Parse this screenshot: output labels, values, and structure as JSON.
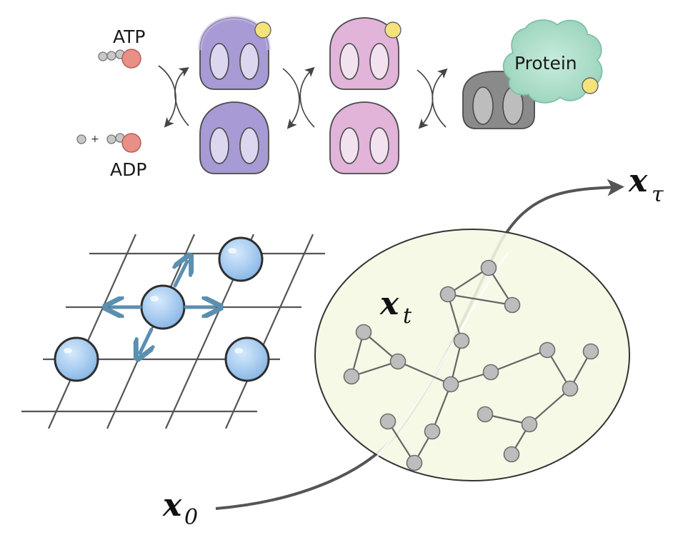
{
  "labels": {
    "atp": "ATP",
    "adp": "ADP",
    "plus": "+",
    "protein": "Protein"
  },
  "math": {
    "x0_base": "x",
    "x0_sub": "0",
    "xt_base": "x",
    "xt_sub": "t",
    "xtau_base": "x",
    "xtau_sub": "τ"
  },
  "colors": {
    "chaperone_purple": "#a89ad4",
    "chaperone_pink": "#e2b4da",
    "chaperone_gray": "#8a8a8a",
    "protein_cloud": "#a9dcc8",
    "ligand_yellow": "#f5e27a",
    "phosphate_red": "#e88f86",
    "phosphate_gray": "#bdbdbd",
    "particle_blue": "#a9cdf0",
    "arrow_blue": "#5b8fb0",
    "ellipse_fill": "#f4f8e2",
    "node_gray": "#bdbdbd"
  },
  "icons": [
    "atp-molecule-icon",
    "adp-molecule-icon",
    "chaperone-purple-icon",
    "chaperone-pink-icon",
    "chaperone-gray-icon",
    "protein-cloud-icon",
    "lattice-particle-icon",
    "molecular-graph-icon"
  ]
}
